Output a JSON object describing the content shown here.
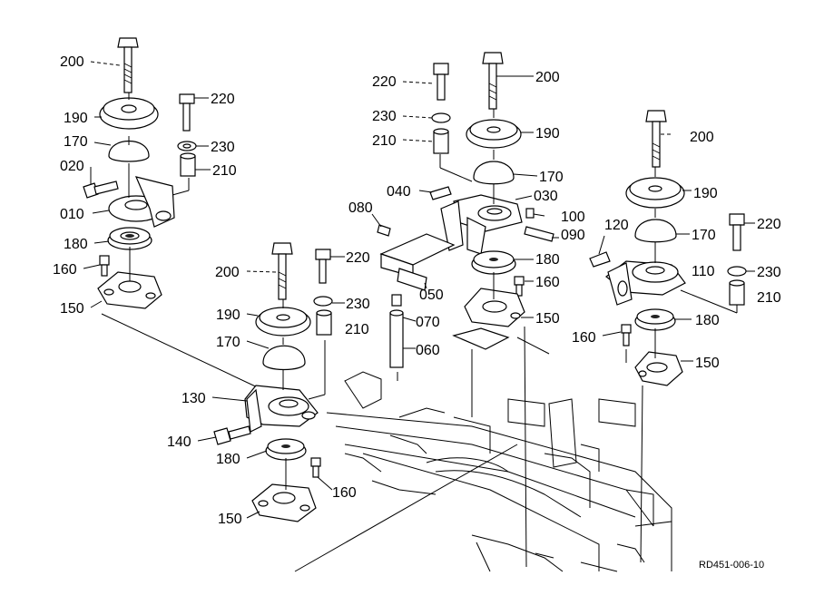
{
  "reference_code": "RD451-006-10",
  "part_labels": {
    "p010": "010",
    "p020": "020",
    "p030": "030",
    "p040": "040",
    "p050": "050",
    "p060": "060",
    "p070": "070",
    "p080": "080",
    "p090": "090",
    "p100": "100",
    "p110": "110",
    "p120": "120",
    "p130": "130",
    "p140": "140",
    "p150": "150",
    "p160": "160",
    "p170": "170",
    "p180": "180",
    "p190": "190",
    "p200": "200",
    "p210": "210",
    "p220": "220",
    "p230": "230"
  }
}
